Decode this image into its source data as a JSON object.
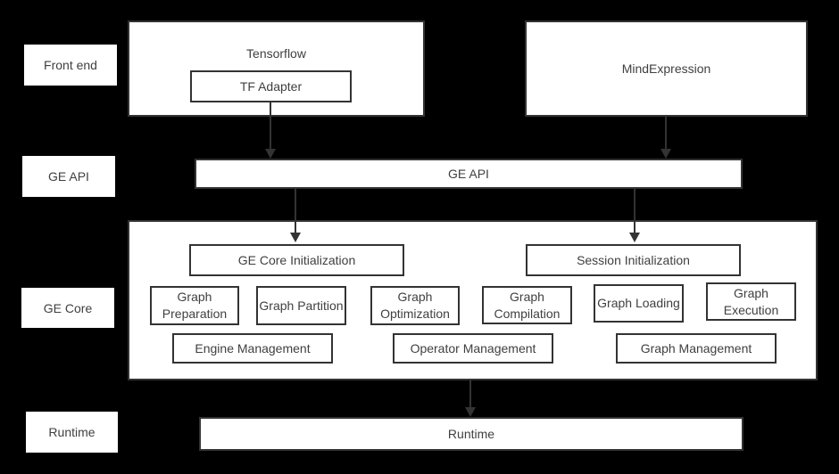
{
  "diagram": {
    "colors": {
      "background": "#000000",
      "box_fill": "#ffffff",
      "border": "#333333",
      "text": "#404040",
      "arrow": "#333333"
    },
    "side_labels": [
      {
        "label": "Front end"
      },
      {
        "label": "GE API"
      },
      {
        "label": "GE Core"
      },
      {
        "label": "Runtime"
      }
    ],
    "front_end": {
      "tensorflow_title": "Tensorflow",
      "tf_adapter": "TF Adapter",
      "mindexpression": "MindExpression"
    },
    "ge_api_bar": {
      "label": "GE API"
    },
    "ge_core": {
      "init_boxes": [
        {
          "label": "GE Core Initialization"
        },
        {
          "label": "Session Initialization"
        }
      ],
      "stage_boxes": [
        {
          "label": "Graph Preparation"
        },
        {
          "label": "Graph Partition"
        },
        {
          "label": "Graph Optimization"
        },
        {
          "label": "Graph Compilation"
        },
        {
          "label": "Graph Loading"
        },
        {
          "label": "Graph Execution"
        }
      ],
      "management_boxes": [
        {
          "label": "Engine Management"
        },
        {
          "label": "Operator Management"
        },
        {
          "label": "Graph Management"
        }
      ]
    },
    "runtime_bar": {
      "label": "Runtime"
    }
  }
}
